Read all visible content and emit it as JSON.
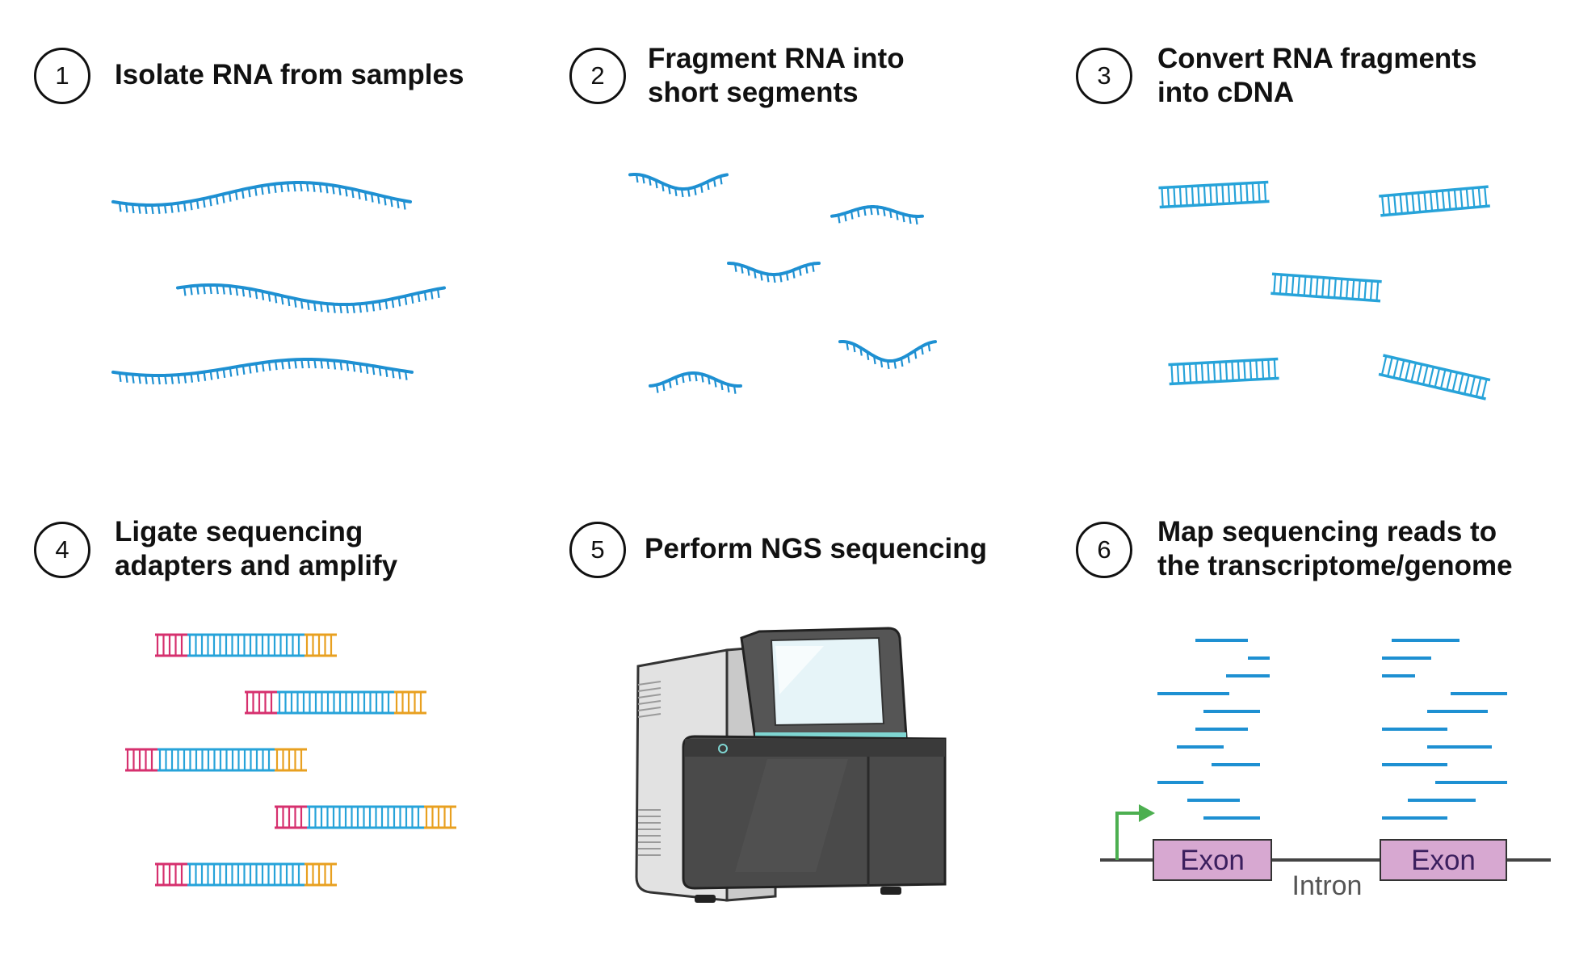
{
  "steps": [
    {
      "number": "1",
      "lines": [
        "Isolate RNA from samples"
      ]
    },
    {
      "number": "2",
      "lines": [
        "Fragment RNA into",
        "short segments"
      ]
    },
    {
      "number": "3",
      "lines": [
        "Convert RNA fragments",
        "into cDNA"
      ]
    },
    {
      "number": "4",
      "lines": [
        "Ligate sequencing",
        "adapters and amplify"
      ]
    },
    {
      "number": "5",
      "lines": [
        "Perform NGS sequencing"
      ]
    },
    {
      "number": "6",
      "lines": [
        "Map sequencing reads to",
        "the transcriptome/genome"
      ]
    }
  ],
  "gene_model": {
    "exon_labels": [
      "Exon",
      "Exon"
    ],
    "intron_label": "Intron"
  },
  "colors": {
    "rna": "#1e90d2",
    "cdna": "#27a3d9",
    "adapter_left": "#d6306e",
    "adapter_right": "#e8a020",
    "read": "#1e90d2",
    "exon_fill": "#d7a8d1",
    "promoter_arrow": "#4caf50",
    "machine_body": "#4a4a4a",
    "machine_side": "#dcdcdc",
    "screen": "#e6f4f8"
  },
  "icons": {
    "rna_strand": "rna-strand-icon",
    "cdna": "double-strand-dna-icon",
    "sequencer": "ngs-sequencer-icon",
    "promoter": "promoter-arrow-icon"
  }
}
